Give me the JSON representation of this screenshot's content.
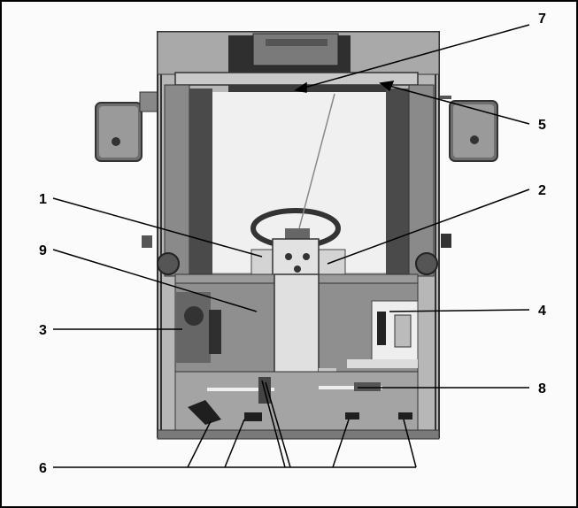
{
  "header": {
    "clipped_title": "ng"
  },
  "callouts": {
    "c1": "1",
    "c2": "2",
    "c3": "3",
    "c4": "4",
    "c5": "5",
    "c6": "6",
    "c7": "7",
    "c8": "8",
    "c9": "9"
  },
  "colors": {
    "frame": "#b7b7b7",
    "dark": "#4a4a4a",
    "panel": "#8f8f8f",
    "light": "#ededed",
    "line": "#000000"
  }
}
